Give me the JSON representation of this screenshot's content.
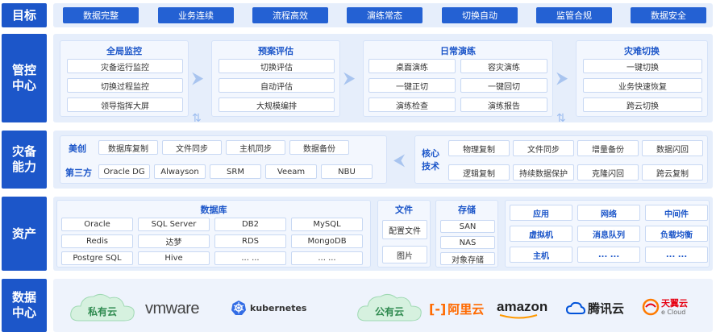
{
  "rows": {
    "goal": "目标",
    "control": "管控中心",
    "capability": "灾备能力",
    "assets": "资产",
    "datacenter": "数据中心"
  },
  "goals": [
    "数据完整",
    "业务连续",
    "流程高效",
    "演练常态",
    "切换自动",
    "监管合规",
    "数据安全"
  ],
  "control": {
    "monitor": {
      "title": "全局监控",
      "items": [
        "灾备运行监控",
        "切换过程监控",
        "领导指挥大屏"
      ]
    },
    "plan": {
      "title": "预案评估",
      "items": [
        "切换评估",
        "自动评估",
        "大规模编排"
      ]
    },
    "drill": {
      "title": "日常演练",
      "items": [
        "桌面演练",
        "容灾演练",
        "一键正切",
        "一键回切",
        "演练检查",
        "演练报告"
      ]
    },
    "switch": {
      "title": "灾难切换",
      "items": [
        "一键切换",
        "业务快速恢复",
        "跨云切换"
      ]
    }
  },
  "capability": {
    "meichuang_label": "美创",
    "meichuang": [
      "数据库复制",
      "文件同步",
      "主机同步",
      "数据备份"
    ],
    "third_label": "第三方",
    "third": [
      "Oracle DG",
      "Alwayson",
      "SRM",
      "Veeam",
      "NBU"
    ],
    "core_label": "核心技术",
    "core": [
      "物理复制",
      "文件同步",
      "增量备份",
      "数据闪回",
      "逻辑复制",
      "持续数据保护",
      "克隆闪回",
      "跨云复制"
    ]
  },
  "assets": {
    "db_title": "数据库",
    "db": [
      "Oracle",
      "SQL Server",
      "DB2",
      "MySQL",
      "Redis",
      "达梦",
      "RDS",
      "MongoDB",
      "Postgre SQL",
      "Hive",
      "... ...",
      "... ..."
    ],
    "file_title": "文件",
    "file": [
      "配置文件",
      "图片"
    ],
    "storage_title": "存储",
    "storage": [
      "SAN",
      "NAS",
      "对象存储"
    ],
    "other": [
      "应用",
      "网络",
      "中间件",
      "虚拟机",
      "消息队列",
      "负载均衡",
      "主机",
      "... ...",
      "... ..."
    ]
  },
  "datacenter": {
    "private_cloud": "私有云",
    "vmware": "vmware",
    "kubernetes": "kubernetes",
    "public_cloud": "公有云",
    "aliyun": "阿里云",
    "amazon": "amazon",
    "tencent": "腾讯云",
    "tianyi": "天翼云",
    "tianyi_sub": "e Cloud"
  },
  "colors": {
    "brand": "#1c56c9",
    "chip": "#2461d3",
    "panel_bg": "#e6eefb",
    "aliyun": "#ff6a00",
    "tianyi": "#e60012",
    "tencent": "#0052d9"
  }
}
